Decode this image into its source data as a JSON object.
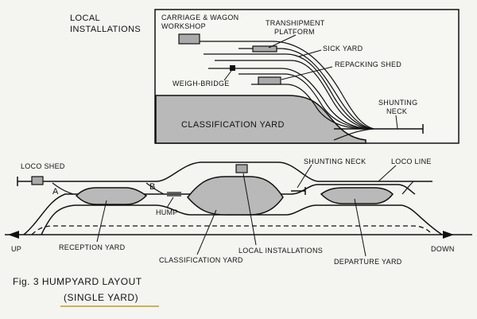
{
  "inset": {
    "heading": "LOCAL INSTALLATIONS",
    "heading_line1": "LOCAL",
    "heading_line2": "INSTALLATIONS",
    "workshop_line1": "CARRIAGE & WAGON",
    "workshop_line2": "WORKSHOP",
    "tranship_line1": "TRANSHIPMENT",
    "tranship_line2": "PLATFORM",
    "sick_yard": "SICK YARD",
    "repacking_shed": "REPACKING SHED",
    "weigh_bridge": "WEIGH-BRIDGE",
    "classification_yard": "CLASSIFICATION YARD",
    "shunting_neck_line1": "SHUNTING",
    "shunting_neck_line2": "NECK"
  },
  "main": {
    "loco_shed": "LOCO SHED",
    "point_a": "A",
    "point_b": "B",
    "hump": "HUMP",
    "shunting_neck": "SHUNTING NECK",
    "loco_line": "LOCO LINE",
    "up": "UP",
    "down": "DOWN",
    "reception_yard": "RECEPTION YARD",
    "classification_yard": "CLASSIFICATION YARD",
    "local_installations": "LOCAL INSTALLATIONS",
    "departure_yard": "DEPARTURE YARD"
  },
  "caption": {
    "line1": "Fig. 3  HUMPYARD LAYOUT",
    "line2": "(SINGLE YARD)"
  },
  "colors": {
    "yard_fill": "#b9b9b9",
    "ink": "#111111",
    "paper": "#f4f4f0",
    "underline": "#c9b25a"
  }
}
